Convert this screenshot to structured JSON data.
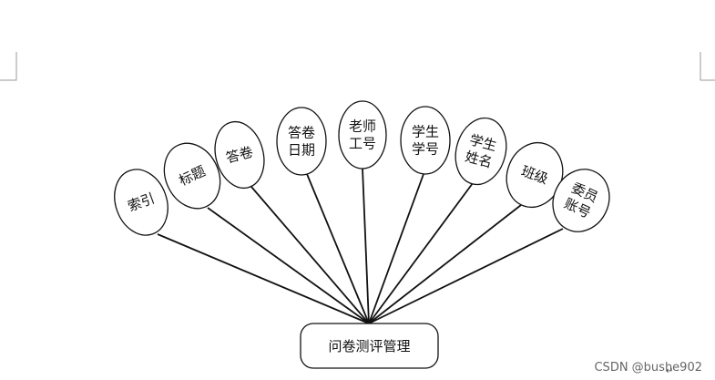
{
  "entity": {
    "label": "问卷测评管理"
  },
  "attributes": [
    {
      "lines": [
        "索引"
      ]
    },
    {
      "lines": [
        "标题"
      ]
    },
    {
      "lines": [
        "答卷"
      ]
    },
    {
      "lines": [
        "答卷",
        "日期"
      ]
    },
    {
      "lines": [
        "老师",
        "工号"
      ]
    },
    {
      "lines": [
        "学生",
        "学号"
      ]
    },
    {
      "lines": [
        "学生",
        "姓名"
      ]
    },
    {
      "lines": [
        "班级"
      ]
    },
    {
      "lines": [
        "委员",
        "账号"
      ]
    }
  ],
  "watermark": "CSDN @bushe902",
  "paragraph_mark": "↵"
}
